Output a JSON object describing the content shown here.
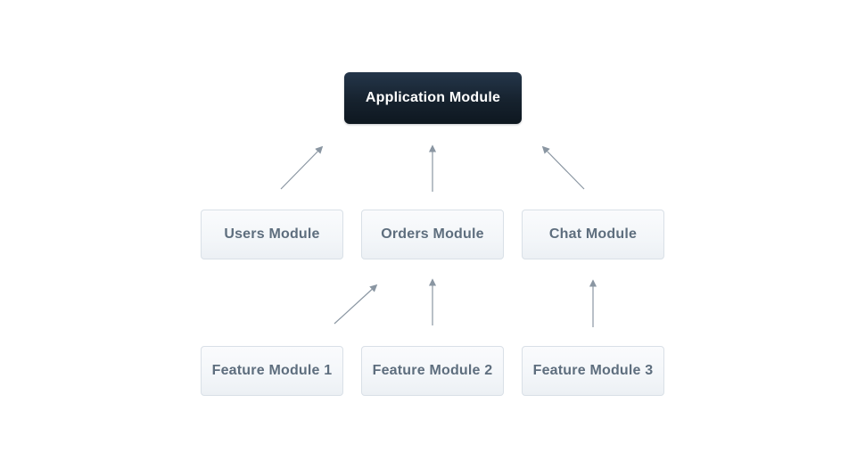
{
  "diagram": {
    "type": "module-dependency-diagram",
    "nodes": [
      {
        "id": "application",
        "label": "Application Module",
        "style": "dark",
        "row": 0
      },
      {
        "id": "users",
        "label": "Users Module",
        "style": "light",
        "row": 1
      },
      {
        "id": "orders",
        "label": "Orders Module",
        "style": "light",
        "row": 1
      },
      {
        "id": "chat",
        "label": "Chat Module",
        "style": "light",
        "row": 1
      },
      {
        "id": "feature1",
        "label": "Feature Module 1",
        "style": "light",
        "row": 2
      },
      {
        "id": "feature2",
        "label": "Feature Module 2",
        "style": "light",
        "row": 2
      },
      {
        "id": "feature3",
        "label": "Feature Module 3",
        "style": "light",
        "row": 2
      }
    ],
    "edges": [
      {
        "from": "users",
        "to": "application"
      },
      {
        "from": "orders",
        "to": "application"
      },
      {
        "from": "chat",
        "to": "application"
      },
      {
        "from": "feature1",
        "to": "orders"
      },
      {
        "from": "feature2",
        "to": "orders"
      },
      {
        "from": "feature3",
        "to": "chat"
      }
    ],
    "colors": {
      "background": "#ffffff",
      "root_node_bg_top": "#24364a",
      "root_node_bg_bottom": "#0e1720",
      "root_node_text": "#ffffff",
      "module_node_bg_top": "#fafbfd",
      "module_node_bg_bottom": "#ecf0f4",
      "module_node_border": "#d9e0e7",
      "module_node_text": "#5e6e7e",
      "arrow": "#8a96a2"
    }
  }
}
